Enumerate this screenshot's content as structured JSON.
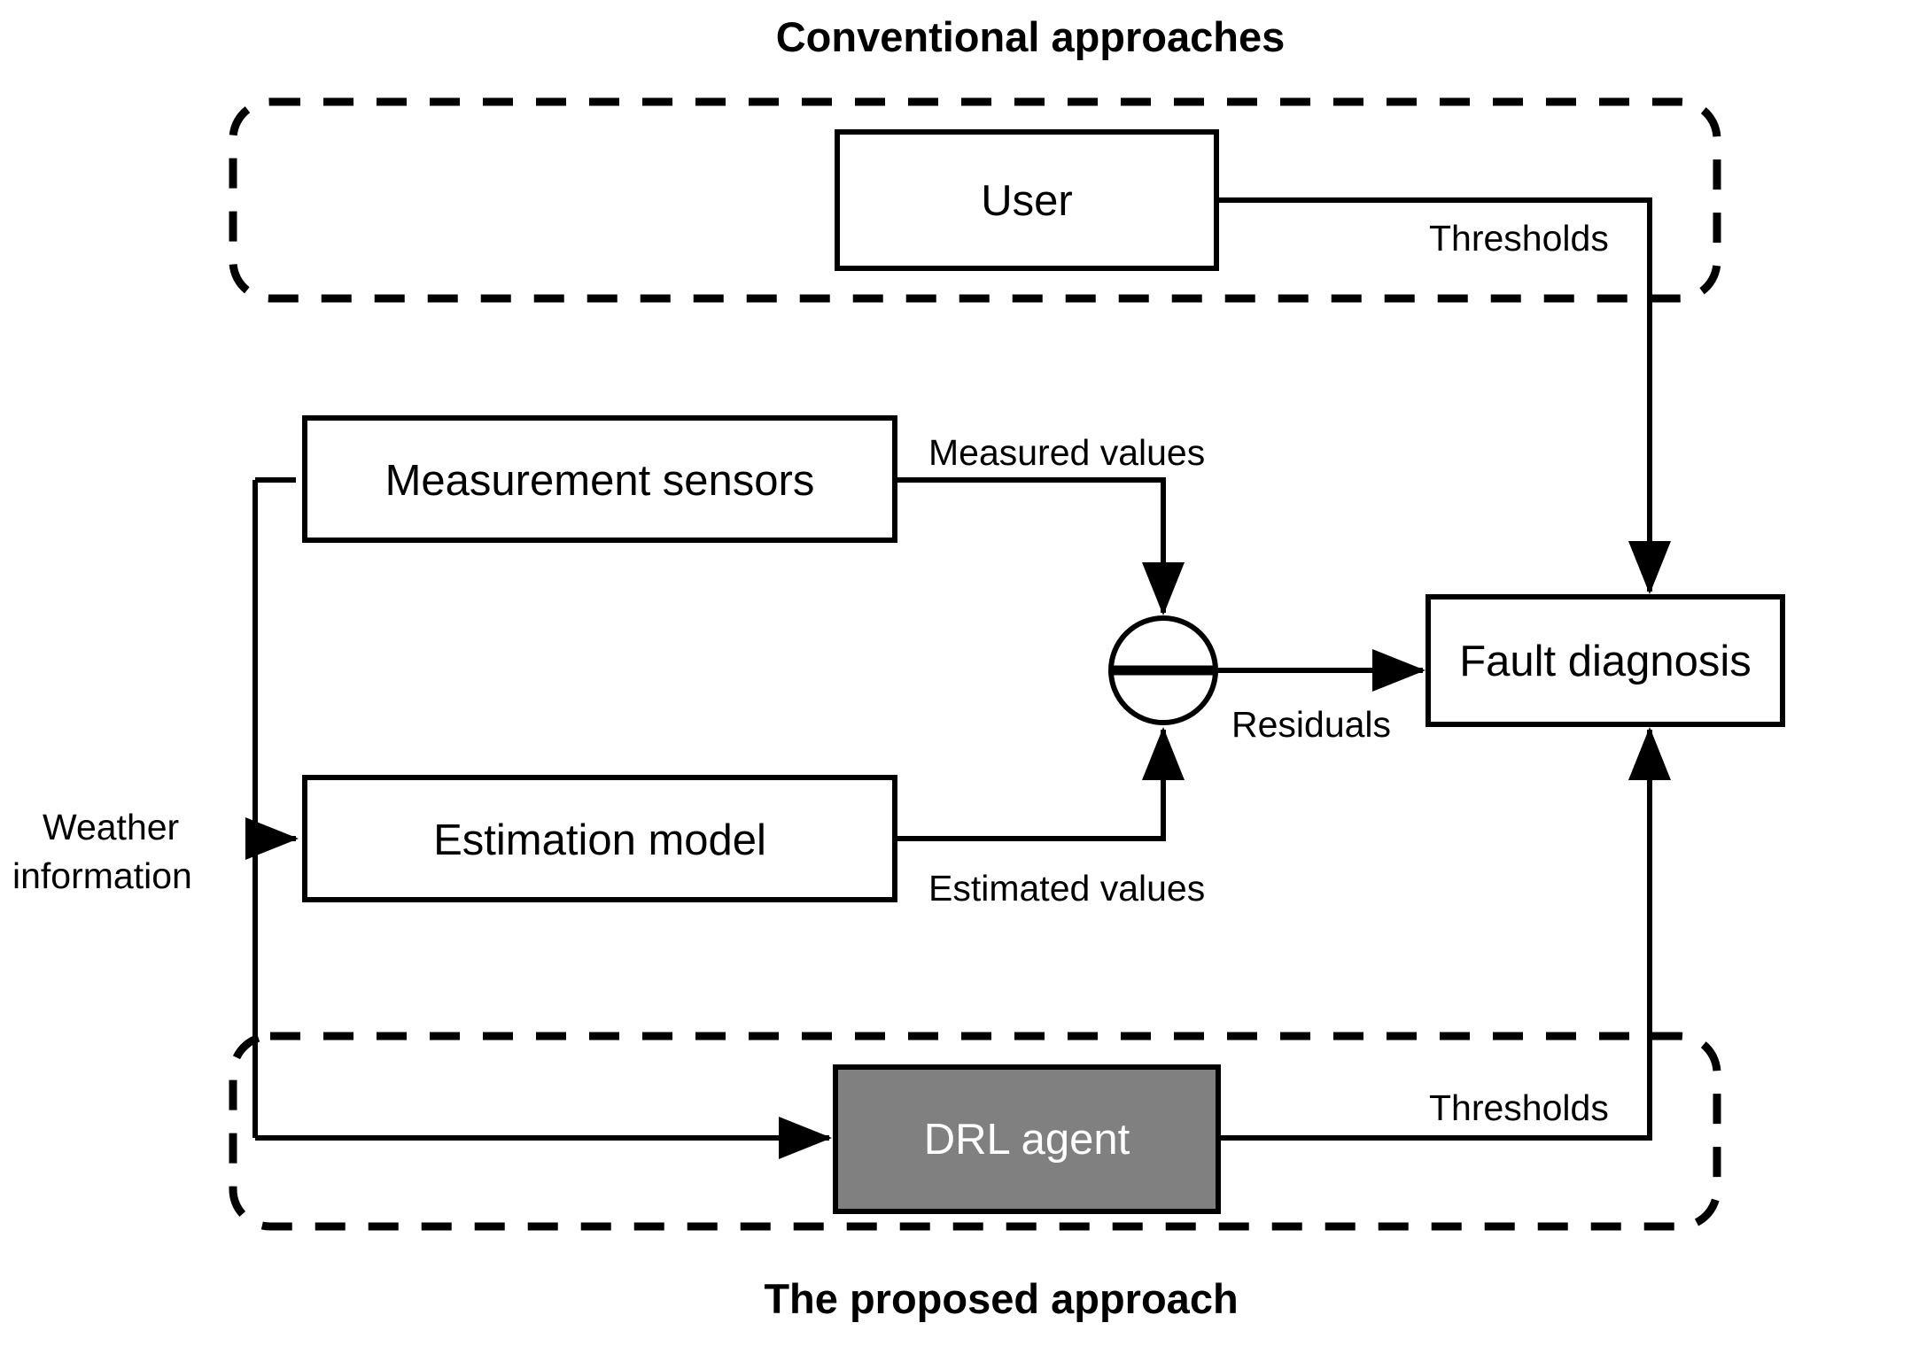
{
  "figure": {
    "type": "block-diagram",
    "title_top": "Conventional approaches",
    "title_bottom": "The proposed approach"
  },
  "groups": {
    "conventional": {
      "label": "Conventional approaches",
      "style": "dashed-rounded-rectangle"
    },
    "proposed": {
      "label": "The proposed approach",
      "style": "dashed-rounded-rectangle"
    }
  },
  "blocks": {
    "user": {
      "label": "User",
      "fill": "#ffffff",
      "text_color": "#000000"
    },
    "measurement_sensors": {
      "label": "Measurement sensors",
      "fill": "#ffffff",
      "text_color": "#000000"
    },
    "estimation_model": {
      "label": "Estimation model",
      "fill": "#ffffff",
      "text_color": "#000000"
    },
    "fault_diagnosis": {
      "label": "Fault diagnosis",
      "fill": "#ffffff",
      "text_color": "#000000"
    },
    "drl_agent": {
      "label": "DRL agent",
      "fill": "#808080",
      "text_color": "#ffffff"
    },
    "summing_junction": {
      "label": "",
      "symbol": "minus-bar-circle"
    }
  },
  "edge_labels": {
    "weather_information_line1": "Weather",
    "weather_information_line2": "information",
    "measured_values": "Measured values",
    "estimated_values": "Estimated values",
    "residuals": "Residuals",
    "thresholds_user": "Thresholds",
    "thresholds_drl": "Thresholds"
  },
  "connections": [
    {
      "from": "user",
      "to": "fault_diagnosis",
      "label": "Thresholds"
    },
    {
      "from": "weather-information",
      "to": "measurement_sensors",
      "label": ""
    },
    {
      "from": "weather-information",
      "to": "estimation_model",
      "label": ""
    },
    {
      "from": "weather-information",
      "to": "drl_agent",
      "label": ""
    },
    {
      "from": "measurement_sensors",
      "to": "summing_junction",
      "label": "Measured values"
    },
    {
      "from": "estimation_model",
      "to": "summing_junction",
      "label": "Estimated values"
    },
    {
      "from": "summing_junction",
      "to": "fault_diagnosis",
      "label": "Residuals"
    },
    {
      "from": "drl_agent",
      "to": "fault_diagnosis",
      "label": "Thresholds"
    }
  ],
  "colors": {
    "stroke": "#000000",
    "background": "#ffffff",
    "agent_fill": "#808080"
  }
}
